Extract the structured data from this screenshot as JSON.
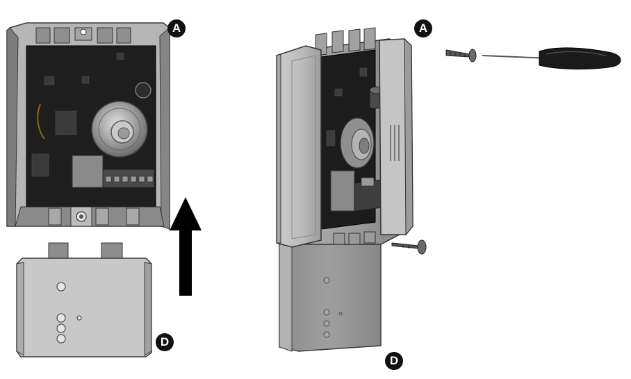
{
  "labels": {
    "a_left": "A",
    "d_left": "D",
    "a_right": "A",
    "d_right": "D"
  },
  "colors": {
    "housing": "#9a9a9a",
    "housing_dark": "#5e5e5e",
    "housing_light": "#c4c4c4",
    "pcb": "#1c1c1c",
    "arrow": "#000000"
  },
  "icons": {
    "tool": "screwdriver-icon",
    "fastener": "screw-icon"
  }
}
